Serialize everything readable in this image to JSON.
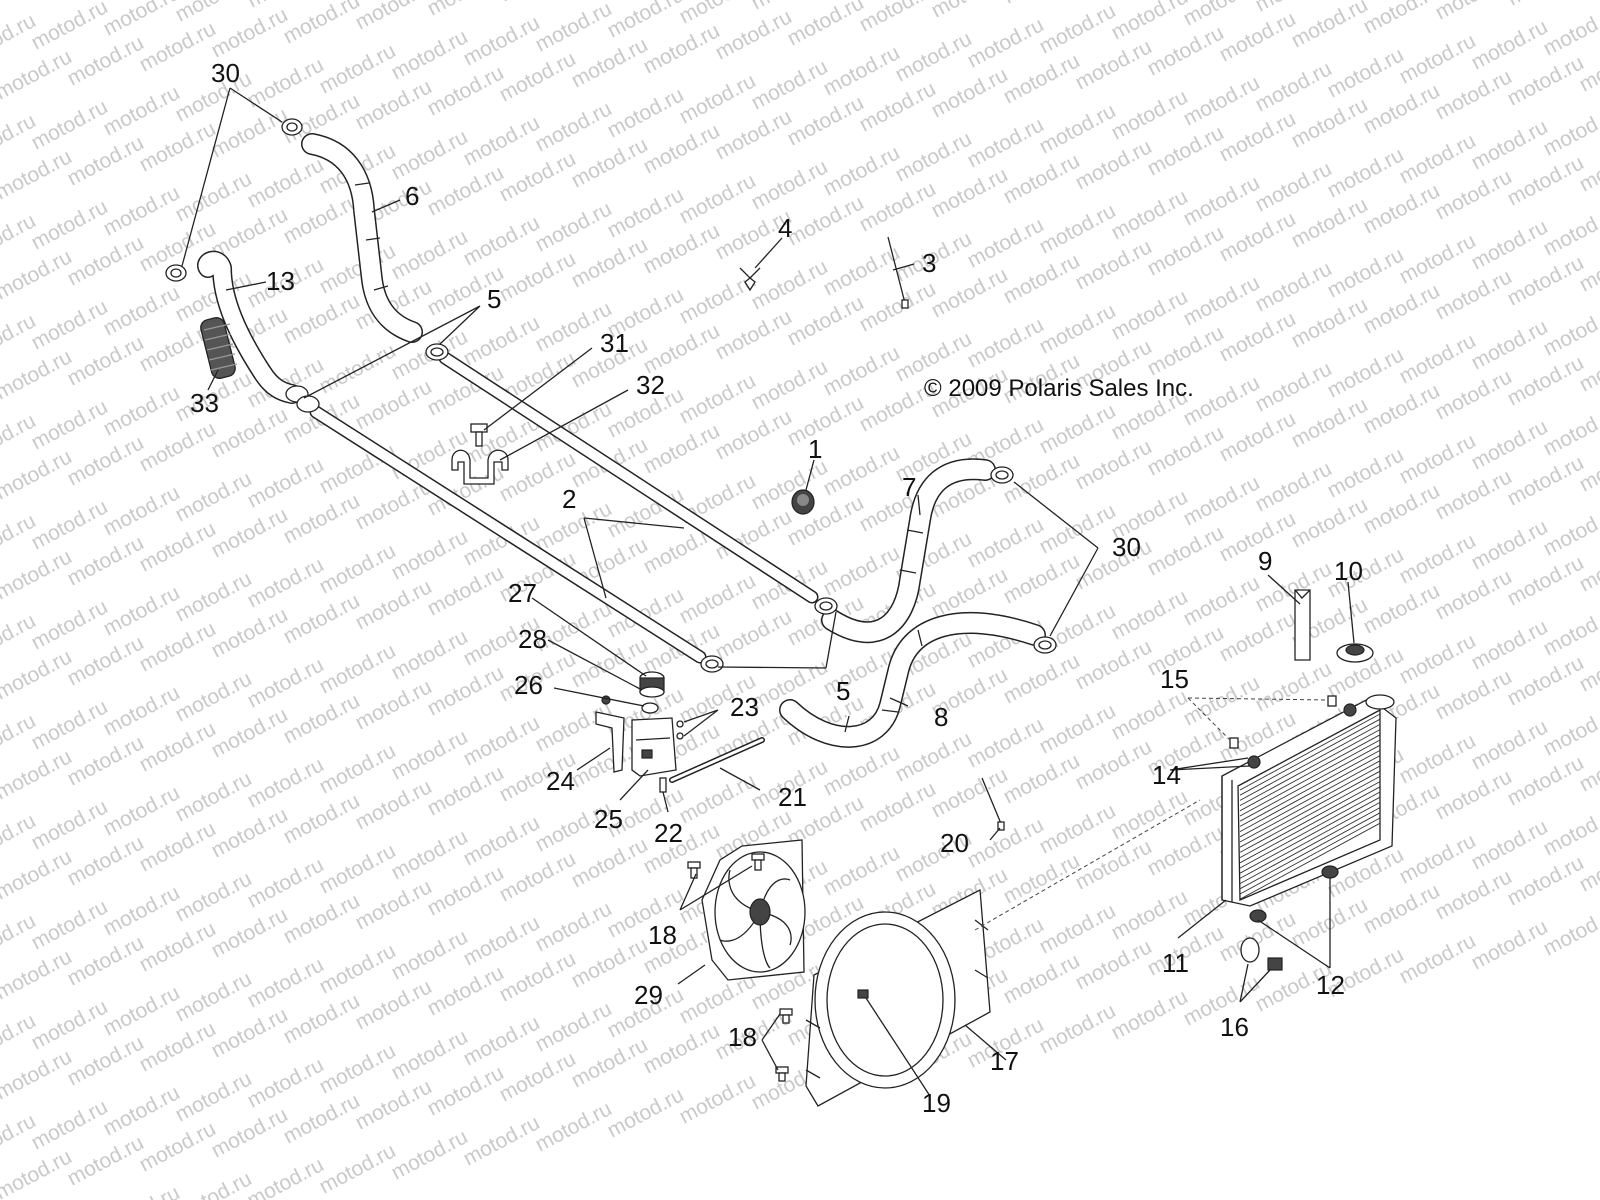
{
  "watermark": {
    "text": "motod.ru",
    "color": "#c9c9c9"
  },
  "copyright": "© 2009 Polaris Sales Inc.",
  "callouts": [
    {
      "id": "c30a",
      "text": "30"
    },
    {
      "id": "c6",
      "text": "6"
    },
    {
      "id": "c13",
      "text": "13"
    },
    {
      "id": "c33",
      "text": "33"
    },
    {
      "id": "c5a",
      "text": "5"
    },
    {
      "id": "c4",
      "text": "4"
    },
    {
      "id": "c3",
      "text": "3"
    },
    {
      "id": "c31",
      "text": "31"
    },
    {
      "id": "c32",
      "text": "32"
    },
    {
      "id": "c1",
      "text": "1"
    },
    {
      "id": "c7",
      "text": "7"
    },
    {
      "id": "c2",
      "text": "2"
    },
    {
      "id": "c30b",
      "text": "30"
    },
    {
      "id": "c9",
      "text": "9"
    },
    {
      "id": "c10",
      "text": "10"
    },
    {
      "id": "c27",
      "text": "27"
    },
    {
      "id": "c28",
      "text": "28"
    },
    {
      "id": "c5b",
      "text": "5"
    },
    {
      "id": "c26",
      "text": "26"
    },
    {
      "id": "c23",
      "text": "23"
    },
    {
      "id": "c8",
      "text": "8"
    },
    {
      "id": "c15",
      "text": "15"
    },
    {
      "id": "c14",
      "text": "14"
    },
    {
      "id": "c24",
      "text": "24"
    },
    {
      "id": "c21",
      "text": "21"
    },
    {
      "id": "c25",
      "text": "25"
    },
    {
      "id": "c22",
      "text": "22"
    },
    {
      "id": "c20",
      "text": "20"
    },
    {
      "id": "c18a",
      "text": "18"
    },
    {
      "id": "c11",
      "text": "11"
    },
    {
      "id": "c12",
      "text": "12"
    },
    {
      "id": "c29",
      "text": "29"
    },
    {
      "id": "c16",
      "text": "16"
    },
    {
      "id": "c18b",
      "text": "18"
    },
    {
      "id": "c17",
      "text": "17"
    },
    {
      "id": "c19",
      "text": "19"
    }
  ]
}
